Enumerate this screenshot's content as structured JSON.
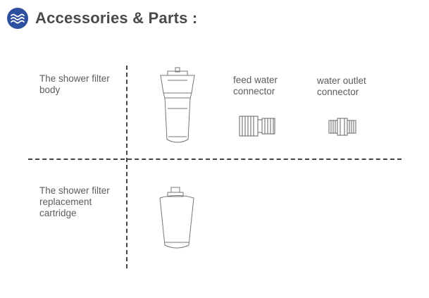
{
  "header": {
    "title": "Accessories & Parts :",
    "icon": "water-waves-icon",
    "accent_color": "#2e4f9e"
  },
  "items": [
    {
      "label": "The shower filter\nbody",
      "icon": "shower-filter-body-icon"
    },
    {
      "label": "feed water\nconnector",
      "icon": "feed-water-connector-icon"
    },
    {
      "label": "water outlet\nconnector",
      "icon": "water-outlet-connector-icon"
    },
    {
      "label": "The shower filter\nreplacement\ncartridge",
      "icon": "replacement-cartridge-icon"
    }
  ]
}
